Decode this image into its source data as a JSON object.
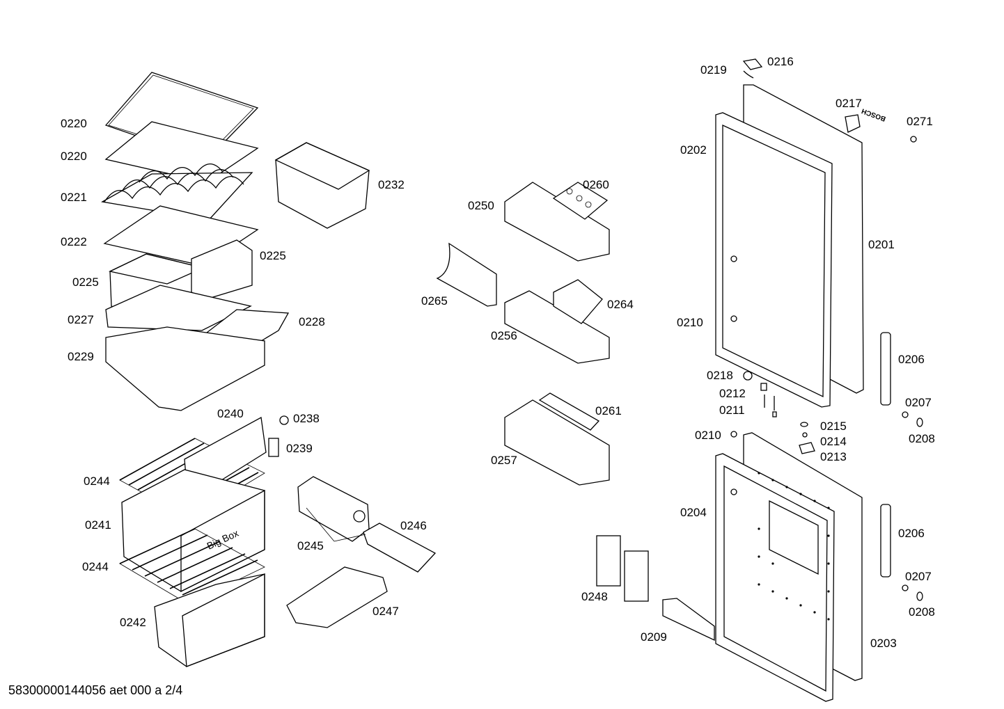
{
  "callouts": [
    "0220",
    "0220",
    "0221",
    "0222",
    "0225",
    "0225",
    "0227",
    "0228",
    "0229",
    "0232",
    "0240",
    "0238",
    "0239",
    "0244",
    "0241",
    "0244",
    "0242",
    "0245",
    "0246",
    "0247",
    "0250",
    "0260",
    "0265",
    "0264",
    "0256",
    "0261",
    "0257",
    "0248",
    "0209",
    "0219",
    "0216",
    "0217",
    "0271",
    "0202",
    "0201",
    "0210",
    "0206",
    "0218",
    "0212",
    "0211",
    "0207",
    "0208",
    "0215",
    "0214",
    "0213",
    "0210",
    "0204",
    "0206",
    "0207",
    "0208",
    "0203"
  ],
  "footer_text": "58300000144056 aet 000 a 2/4",
  "drawer_label": "Big Box",
  "brand_text": "BOSCH"
}
